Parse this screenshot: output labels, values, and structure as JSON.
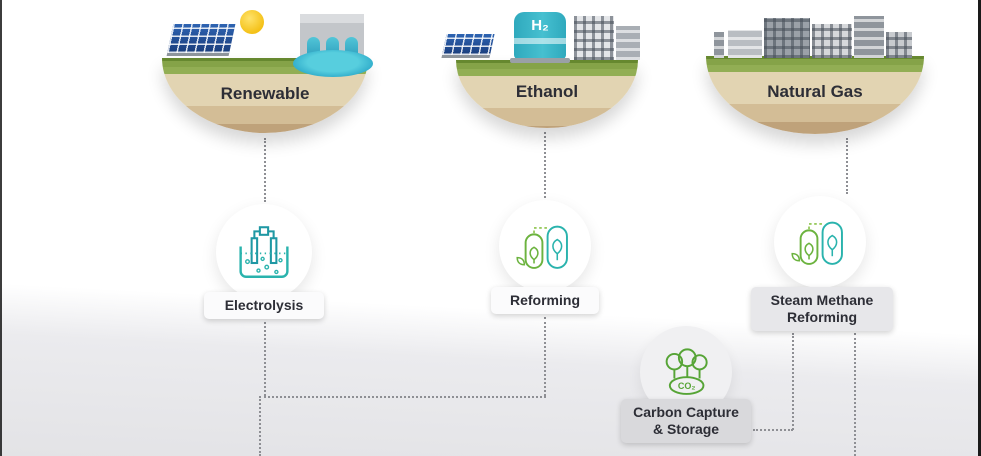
{
  "sources": [
    {
      "id": "renewable",
      "label": "Renewable"
    },
    {
      "id": "ethanol",
      "label": "Ethanol"
    },
    {
      "id": "natural-gas",
      "label": "Natural Gas"
    }
  ],
  "processes": [
    {
      "id": "electrolysis",
      "label": "Electrolysis"
    },
    {
      "id": "reforming",
      "label": "Reforming"
    },
    {
      "id": "steam-methane-reforming",
      "label": "Steam Methane Reforming"
    }
  ],
  "carbon_capture": {
    "label": "Carbon Capture & Storage",
    "co2_label": "CO₂"
  },
  "h2_tank": {
    "label": "H₂"
  },
  "colors": {
    "teal": "#2ab3ad",
    "teal_dark": "#1f98a4",
    "green": "#6cb33f",
    "green_dark": "#56a436",
    "text_dark": "#2d2e36",
    "grass": "#85a348",
    "earth_light": "#e2d4b2",
    "earth_mid": "#d3bd96",
    "earth_dark": "#bfa27a",
    "connector_gray": "#8e8f94",
    "water": "#2ba8c8"
  }
}
